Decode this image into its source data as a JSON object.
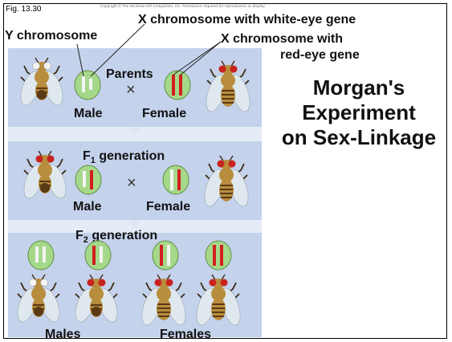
{
  "fig_label": "Fig. 13.30",
  "copyright": "Copyright © The McGraw-Hill Companies, Inc. Permission required for reproduction or display.",
  "callouts": {
    "y_chromosome": "Y chromosome",
    "x_white": "X chromosome with white-eye gene",
    "x_red_line1": "X chromosome with",
    "x_red_line2": "red-eye gene"
  },
  "parents": {
    "heading": "Parents",
    "cross": "×",
    "male": "Male",
    "female": "Female"
  },
  "f1": {
    "heading": "F",
    "heading_sub": "1",
    "heading_rest": " generation",
    "cross": "×",
    "male": "Male",
    "female": "Female"
  },
  "f2": {
    "heading": "F",
    "heading_sub": "2",
    "heading_rest": " generation",
    "males": "Males",
    "females": "Females"
  },
  "title": {
    "line1": "Morgan's",
    "line2": "Experiment",
    "line3": "on Sex-Linkage"
  },
  "colors": {
    "panel": "#c4d2ec",
    "chromo_green": "#a6d88a",
    "red_bar": "#d21f1f",
    "fly_body": "#b98d3e",
    "fly_dark": "#5a3a16",
    "eye_red": "#c8231f",
    "eye_white": "#f4f4f4",
    "wing": "#dfe8ee"
  }
}
